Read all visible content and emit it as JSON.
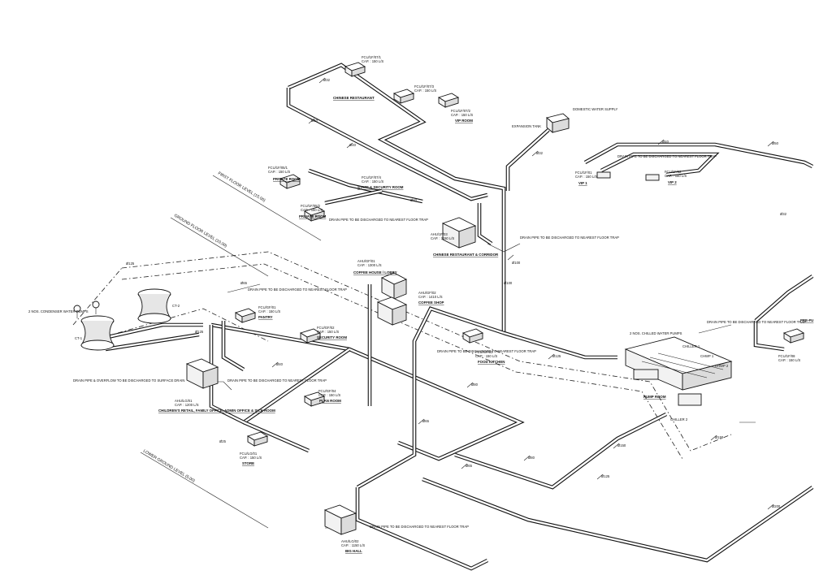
{
  "levels": [
    {
      "id": "first",
      "text": "FIRST FLOOR LEVEL (15.00)"
    },
    {
      "id": "ground",
      "text": "GROUND FLOOR LEVEL (10.00)"
    },
    {
      "id": "lower",
      "text": "LOWER GROUND LEVEL (5.00)"
    }
  ],
  "units": [
    {
      "id": "fcu-1f-07-1",
      "tag": "FCU/1F/07/1",
      "cap": "CAP. : 150 L/S"
    },
    {
      "id": "fcu-1f-07-3",
      "tag": "FCU/1F/07/3",
      "cap": "CAP. : 150 L/S"
    },
    {
      "id": "fcu-1f-07-2",
      "tag": "FCU/1F/07/2",
      "cap": "CAP. : 150 L/S"
    },
    {
      "id": "fcu-1f-05-1",
      "tag": "FCU/1F/05/1",
      "cap": "CAP. : 150 L/S"
    },
    {
      "id": "fcu-1f-07-4",
      "tag": "FCU/1F/07/4",
      "cap": "CAP. : 150 L/S"
    },
    {
      "id": "fcu-1f-05-2",
      "tag": "FCU/1F/05/2",
      "cap": "CAP. : 150 L/S"
    },
    {
      "id": "ahu-1f-03",
      "tag": "AHU/1F/03",
      "cap": "CAP. : 1150 L/S"
    },
    {
      "id": "ahu-gf-01",
      "tag": "AHU/GF/01",
      "cap": "CAP. : 1300 L/S"
    },
    {
      "id": "ahu-gf-02",
      "tag": "AHU/GF/02",
      "cap": "CAP. : 1410 L/S"
    },
    {
      "id": "fcu-gf-01",
      "tag": "FCU/GF/01",
      "cap": "CAP. : 150 L/S"
    },
    {
      "id": "fcu-gf-02",
      "tag": "FCU/GF/02",
      "cap": "CAP. : 150 L/S"
    },
    {
      "id": "fcu-gf-03",
      "tag": "FCU/GF/03",
      "cap": "CAP. : 150 L/S"
    },
    {
      "id": "fcu-gf-04",
      "tag": "FCU/GF/04",
      "cap": "CAP. : 150 L/S"
    },
    {
      "id": "ahu-lg-01",
      "tag": "AHU/LG/01",
      "cap": "CAP. : 1200 L/S"
    },
    {
      "id": "fcu-lg-01",
      "tag": "FCU/LG/01",
      "cap": "CAP. : 150 L/S"
    },
    {
      "id": "ahu-lg-02",
      "tag": "AHU/LG/02",
      "cap": "CAP. : 1150 L/S"
    },
    {
      "id": "fcu-vip1",
      "tag": "FCU/1F/01",
      "cap": "CAP. : 150 L/S"
    },
    {
      "id": "fcu-vip2",
      "tag": "FCU/1F/02",
      "cap": "CAP. : 150 L/S"
    },
    {
      "id": "fcu-right",
      "tag": "FCU/1F/08",
      "cap": "CAP. : 150 L/S"
    }
  ],
  "rooms": [
    {
      "id": "chinese-restaurant",
      "text": "CHINESE RESTAURANT"
    },
    {
      "id": "vip-room",
      "text": "VIP ROOM"
    },
    {
      "id": "private-room",
      "text": "PRIVATE ROOM"
    },
    {
      "id": "staff-security",
      "text": "STAFF & SECURITY ROOM"
    },
    {
      "id": "private-room-2",
      "text": "PRIVATE ROOM"
    },
    {
      "id": "chinese-restaurant-2",
      "text": "CHINESE RESTAURANT & CORRIDOR"
    },
    {
      "id": "coffee-house",
      "text": "COFFEE HOUSE / LOBBY"
    },
    {
      "id": "coffee-shop",
      "text": "COFFEE SHOP"
    },
    {
      "id": "pantry",
      "text": "PANTRY"
    },
    {
      "id": "security-room",
      "text": "SECURITY ROOM"
    },
    {
      "id": "food-kitchen",
      "text": "FOOD KITCHEN"
    },
    {
      "id": "childrens-corner",
      "text": "CHILDREN'S RETAIL, FAMILY OFFICE, ADMIN OFFICE & SICK ROOM"
    },
    {
      "id": "plan-room",
      "text": "PLAN ROOM"
    },
    {
      "id": "store",
      "text": "STORE"
    },
    {
      "id": "pump-room",
      "text": "PUMP ROOM"
    },
    {
      "id": "vip-1",
      "text": "VIP 1"
    },
    {
      "id": "vip-2",
      "text": "VIP 2"
    },
    {
      "id": "big-hall",
      "text": "BIG HALL"
    },
    {
      "id": "pre-fu",
      "text": "PRE-FU"
    }
  ],
  "equipment": {
    "expansion_tank": "EXPANSION TANK",
    "cooling_tower_1": "CT-1",
    "cooling_tower_2": "CT-2",
    "chiller_1": "CHILLER 1",
    "chiller_2": "CHILLER 2",
    "pump_1": "CHWP 1",
    "pump_2": "CHWP 2"
  },
  "notes": [
    "DRAIN PIPE TO BE DISCHARGED TO NEAREST FLOOR TRAP",
    "DRAIN PIPE TO BE DISCHARGED TO NEAREST FLOOR TRAP",
    "DRAIN PIPE TO BE DISCHARGED TO NEAREST FLOOR TRAP",
    "2 NOS. CONDENSER WATER PUMPS",
    "DRAIN PIPE & OVERFLOW TO BE DISCHARGED TO SURFACE DRAIN",
    "DRAIN PIPE TO BE DISCHARGED TO NEAREST FLOOR TRAP",
    "DRAIN PIPE TO BE DISCHARGED TO NEAREST FLOOR TRAP",
    "DRAIN PIPE TO BE DISCHARGED TO NEAREST FLOOR TRAP",
    "2 NOS. CHILLED WATER PUMPS",
    "DRAIN PIPE TO BE DISCHARGED TO NEAREST FLOOR TRAP",
    "DRAIN PIPE TO BE DISCHARGED TO NEAREST FLOOR TRAP",
    "DOMESTIC WATER SUPPLY"
  ],
  "pipe_sizes": [
    "Ø25",
    "Ø32",
    "Ø40",
    "Ø50",
    "Ø65",
    "Ø80",
    "Ø100",
    "Ø125",
    "Ø150",
    "Ø200"
  ]
}
